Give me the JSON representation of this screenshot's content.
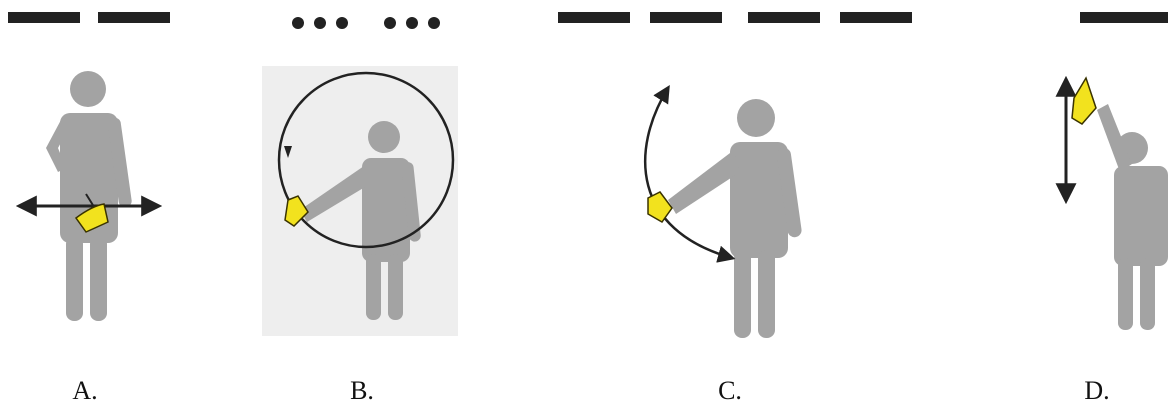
{
  "panels": [
    {
      "id": "a",
      "label": "A.",
      "signal": "two-dashes"
    },
    {
      "id": "b",
      "label": "B.",
      "signal": "six-dots"
    },
    {
      "id": "c",
      "label": "C.",
      "signal": "four-dashes"
    },
    {
      "id": "d",
      "label": "D.",
      "signal": "one-dash"
    }
  ],
  "colors": {
    "figure": "#a3a3a3",
    "flag": "#f2e21e",
    "flag_outline": "#3a3300",
    "arrow": "#222222",
    "signal": "#222222",
    "panel_b_bg": "#eeeeee"
  }
}
